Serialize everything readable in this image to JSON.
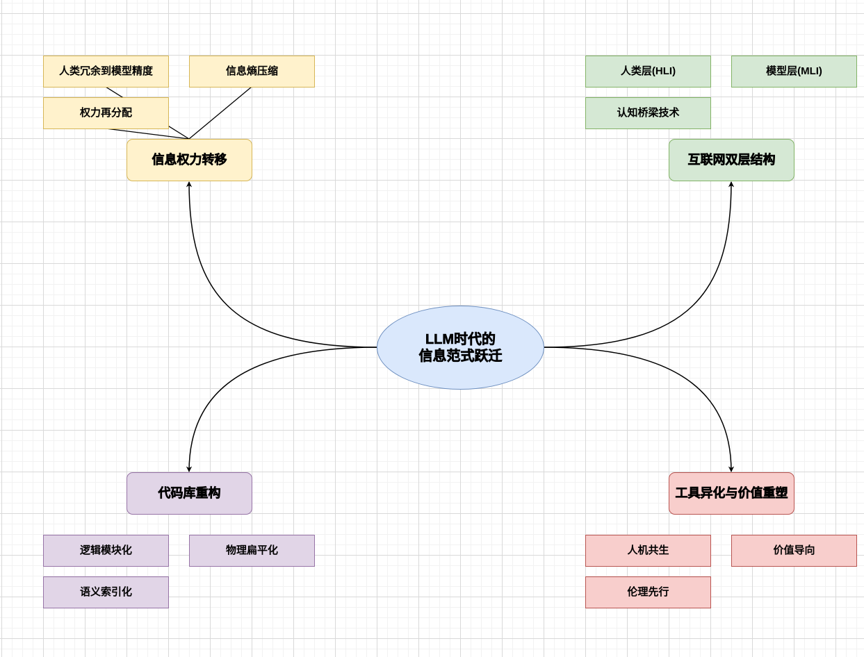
{
  "center": {
    "line1": "LLM时代的",
    "line2": "信息范式跃迁",
    "fill": "#dae8fc",
    "stroke": "#6c8ebf"
  },
  "branches": {
    "info_power": {
      "title": "信息权力转移",
      "color": {
        "fill": "#fff2cc",
        "stroke": "#d6b656"
      },
      "leaves": [
        "人类冗余到模型精度",
        "信息熵压缩",
        "权力再分配"
      ]
    },
    "dual_layer": {
      "title": "互联网双层结构",
      "color": {
        "fill": "#d5e8d4",
        "stroke": "#82b366"
      },
      "leaves": [
        "人类层(HLI)",
        "模型层(MLI)",
        "认知桥梁技术"
      ]
    },
    "codebase": {
      "title": "代码库重构",
      "color": {
        "fill": "#e1d5e7",
        "stroke": "#9673a6"
      },
      "leaves": [
        "逻辑模块化",
        "物理扁平化",
        "语义索引化"
      ]
    },
    "tool_value": {
      "title": "工具异化与价值重塑",
      "color": {
        "fill": "#f8cecc",
        "stroke": "#b85450"
      },
      "leaves": [
        "人机共生",
        "价值导向",
        "伦理先行"
      ]
    }
  },
  "edges": [
    {
      "from": "center",
      "to": "info_power",
      "arrow": true
    },
    {
      "from": "center",
      "to": "dual_layer",
      "arrow": true
    },
    {
      "from": "center",
      "to": "codebase",
      "arrow": true
    },
    {
      "from": "center",
      "to": "tool_value",
      "arrow": true
    },
    {
      "from": "info_power",
      "to": "人类冗余到模型精度",
      "arrow": false
    },
    {
      "from": "info_power",
      "to": "信息熵压缩",
      "arrow": false
    },
    {
      "from": "info_power",
      "to": "权力再分配",
      "arrow": false
    }
  ]
}
